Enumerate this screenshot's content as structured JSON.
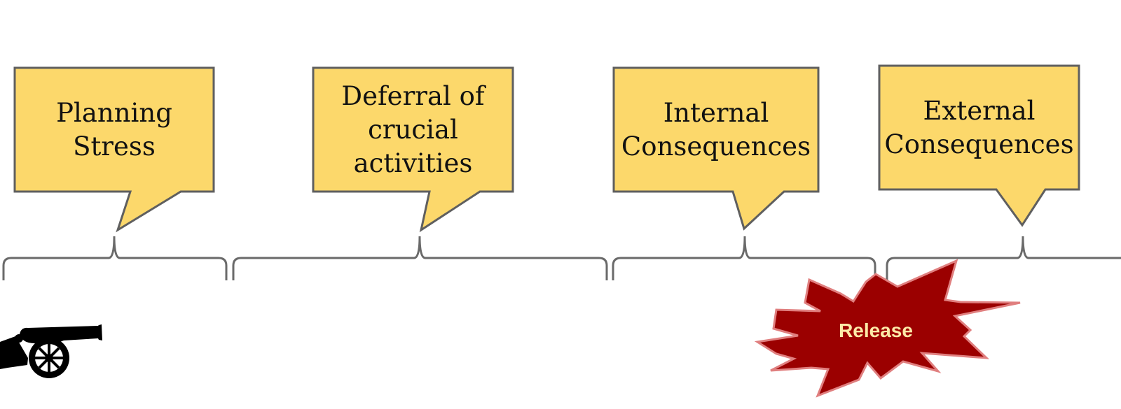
{
  "callouts": [
    {
      "id": "planning-stress",
      "text": "Planning\nStress"
    },
    {
      "id": "deferral",
      "text": "Deferral of\ncrucial\nactivities"
    },
    {
      "id": "internal",
      "text": "Internal\nConsequences"
    },
    {
      "id": "external",
      "text": "External\nConsequences"
    }
  ],
  "release": {
    "label": "Release"
  },
  "icons": {
    "cannon": "cannon-icon",
    "explosion": "explosion-burst-icon"
  },
  "colors": {
    "callout_fill": "#fcd86b",
    "callout_stroke": "#5f5f5f",
    "brace_stroke": "#6a6a6a",
    "burst_fill": "#9b0000",
    "burst_stroke": "#e07f7f",
    "release_text": "#fde9a8",
    "cannon": "#000000"
  }
}
